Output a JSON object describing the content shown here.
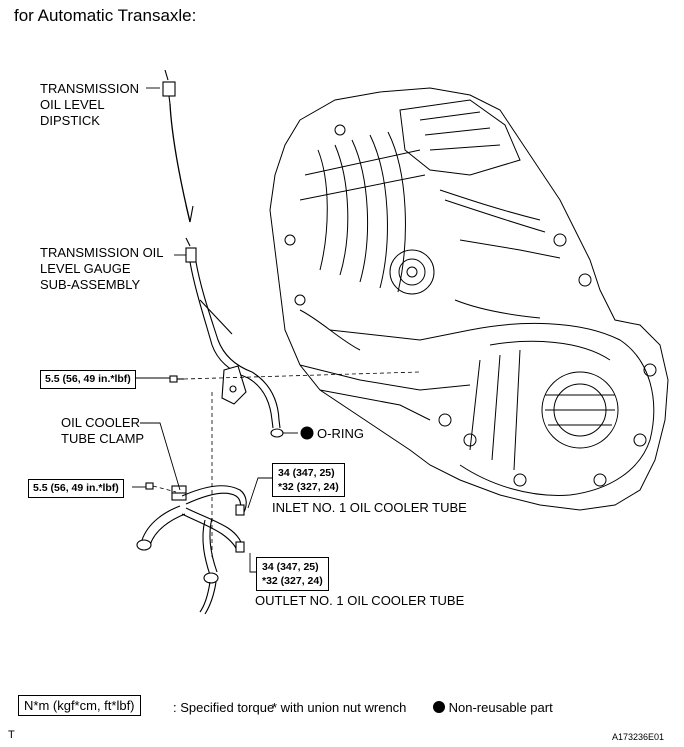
{
  "heading": "for Automatic Transaxle:",
  "labels": {
    "dipstick": [
      "TRANSMISSION",
      "OIL LEVEL",
      "DIPSTICK"
    ],
    "gauge": [
      "TRANSMISSION OIL",
      "LEVEL GAUGE",
      "SUB-ASSEMBLY"
    ],
    "clamp": [
      "OIL COOLER",
      "TUBE CLAMP"
    ],
    "oring": "O-RING",
    "inlet_tube": "INLET NO. 1 OIL COOLER TUBE",
    "outlet_tube": "OUTLET NO. 1 OIL COOLER TUBE"
  },
  "torque": {
    "gauge_bolt": "5.5 (56, 49 in.*lbf)",
    "clamp_bolt": "5.5 (56, 49 in.*lbf)",
    "inlet": [
      "34 (347, 25)",
      "*32 (327, 24)"
    ],
    "outlet": [
      "34 (347, 25)",
      "*32 (327, 24)"
    ]
  },
  "legend": {
    "torque_unit": "N*m (kgf*cm, ft*lbf)",
    "torque_desc": ": Specified torque",
    "union_nut": "* with union nut wrench",
    "non_reusable": "Non-reusable part"
  },
  "footer": {
    "left": "T",
    "code": "A173236E01"
  }
}
